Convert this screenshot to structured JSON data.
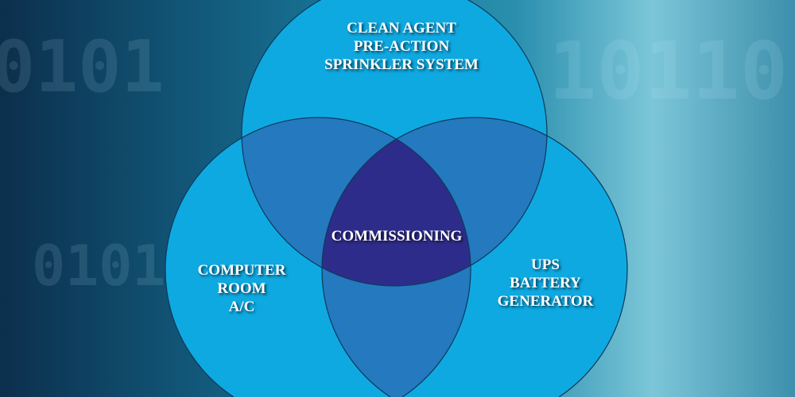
{
  "background": {
    "digits_left": "0101",
    "digits_right": "10110",
    "digits_mid": "0101"
  },
  "colors": {
    "single": "#0fa9e2",
    "pair": "#2479bf",
    "center": "#2e2c8a",
    "outline": "#0b3a5a"
  },
  "circles": {
    "top": {
      "lines": [
        "CLEAN AGENT",
        "PRE-ACTION",
        "SPRINKLER SYSTEM"
      ]
    },
    "left": {
      "lines": [
        "COMPUTER",
        "ROOM",
        "A/C"
      ]
    },
    "right": {
      "lines": [
        "UPS",
        "BATTERY",
        "GENERATOR"
      ]
    }
  },
  "center_label": "COMMISSIONING"
}
